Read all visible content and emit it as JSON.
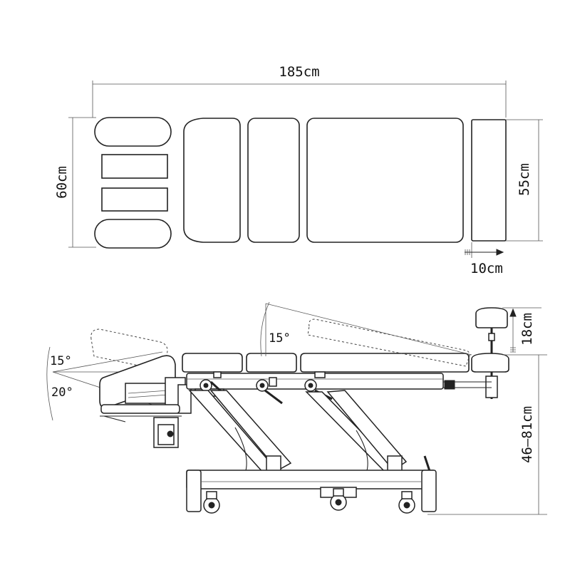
{
  "dimensions": {
    "total_length": "185cm",
    "head_width": "60cm",
    "body_width": "55cm",
    "footrest_extension": "10cm",
    "footrest_height": "18cm",
    "height_range": "46–81cm"
  },
  "angles": {
    "head_up": "15°",
    "head_down": "20°",
    "back_incline": "15°"
  },
  "colors": {
    "line": "#222222",
    "background": "#ffffff"
  }
}
